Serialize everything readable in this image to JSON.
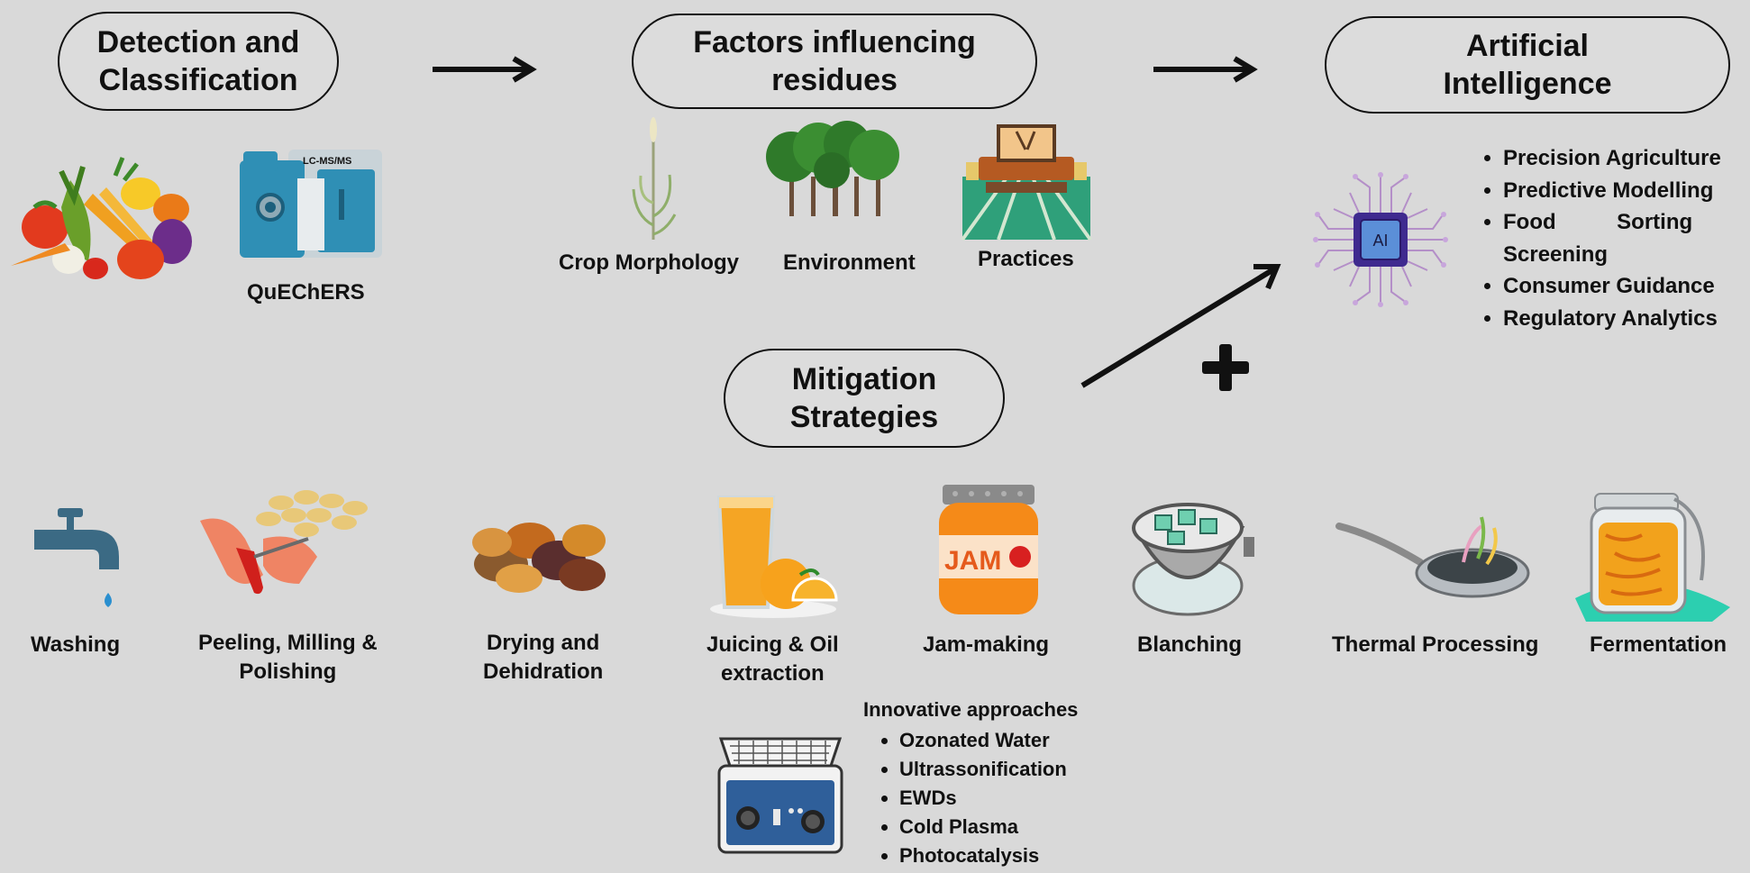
{
  "headers": {
    "detection": [
      "Detection and",
      "Classification"
    ],
    "factors": [
      "Factors influencing",
      "residues"
    ],
    "ai": [
      "Artificial",
      "Intelligence"
    ],
    "mitigation": [
      "Mitigation",
      "Strategies"
    ]
  },
  "detection": {
    "instrument_tag": "LC-MS/MS",
    "quechers_label": "QuEChERS"
  },
  "factors": {
    "items": [
      "Crop Morphology",
      "Environment",
      "Practices"
    ]
  },
  "ai": {
    "chip_label": "AI",
    "items": [
      "Precision Agriculture",
      "Predictive Modelling",
      "Food Sorting & Screening",
      "Consumer Guidance",
      "Regulatory Analytics"
    ]
  },
  "mitigation": {
    "strategies": [
      [
        "Washing"
      ],
      [
        "Peeling, Milling &",
        "Polishing"
      ],
      [
        "Drying and",
        "Dehidration"
      ],
      [
        "Juicing & Oil",
        "extraction"
      ],
      [
        "Jam-making"
      ],
      [
        "Blanching"
      ],
      [
        "Thermal Processing"
      ],
      [
        "Fermentation"
      ]
    ],
    "jam_text": "JAM",
    "innovative_title": "Innovative approaches",
    "innovative_items": [
      "Ozonated Water",
      "Ultrassonification",
      "EWDs",
      "Cold Plasma",
      "Photocatalysis"
    ]
  },
  "colors": {
    "background": "#d9d9d9",
    "ink": "#111111",
    "instrument_blue": "#2f8fb5",
    "tap_blue": "#3b6a84",
    "ai_chip": "#3f2a8f"
  }
}
